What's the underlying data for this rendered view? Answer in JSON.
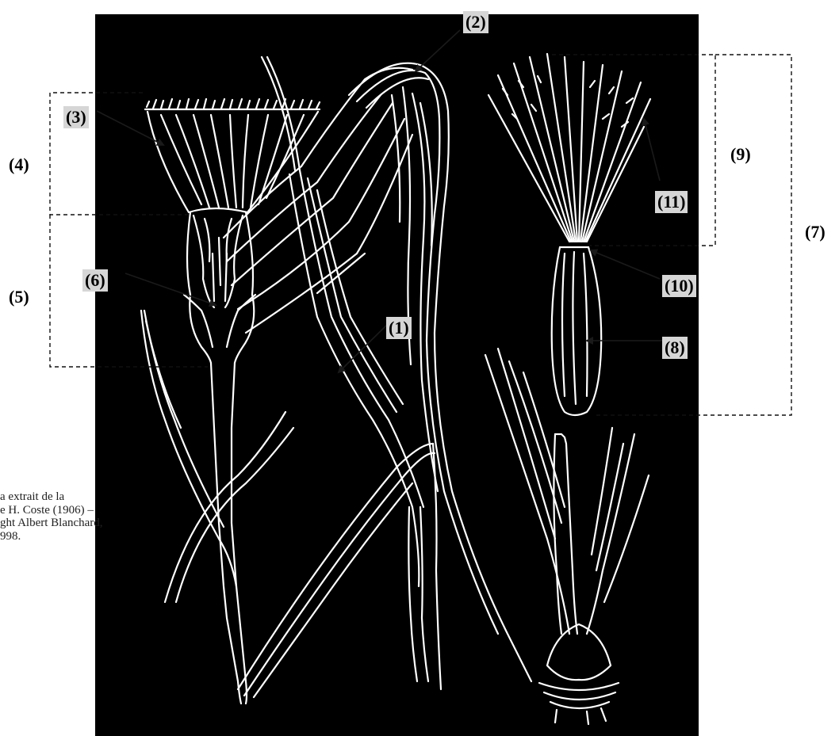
{
  "figure": {
    "background_color": "#000000",
    "drawing_color": "#ffffff",
    "label_box_color": "#d6d6d6",
    "labels": [
      {
        "id": "l1",
        "text": "(1)",
        "boxed": true
      },
      {
        "id": "l2",
        "text": "(2)",
        "boxed": true
      },
      {
        "id": "l3",
        "text": "(3)",
        "boxed": true
      },
      {
        "id": "l4",
        "text": "(4)",
        "boxed": false
      },
      {
        "id": "l5",
        "text": "(5)",
        "boxed": false
      },
      {
        "id": "l6",
        "text": "(6)",
        "boxed": true
      },
      {
        "id": "l7",
        "text": "(7)",
        "boxed": false
      },
      {
        "id": "l8",
        "text": "(8)",
        "boxed": true
      },
      {
        "id": "l9",
        "text": "(9)",
        "boxed": false
      },
      {
        "id": "l10",
        "text": "(10)",
        "boxed": true
      },
      {
        "id": "l11",
        "text": "(11)",
        "boxed": true
      }
    ],
    "credit_lines": [
      "a extrait de la",
      "e H. Coste (1906) –",
      "ght Albert Blanchard,",
      "998."
    ]
  }
}
